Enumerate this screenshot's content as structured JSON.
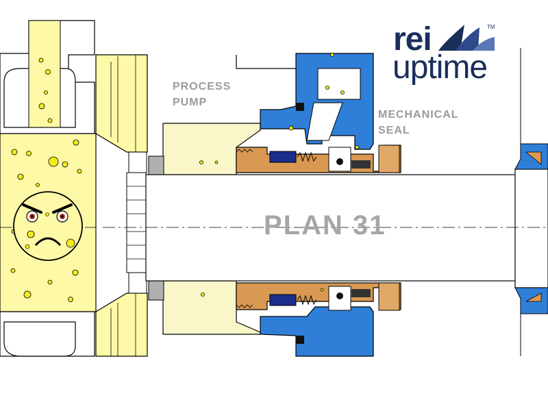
{
  "labels": {
    "process_pump": [
      "PROCESS",
      "PUMP"
    ],
    "mechanical_seal": [
      "MECHANICAL",
      "SEAL"
    ],
    "plan": "PLAN 31"
  },
  "logo": {
    "word1": "rei",
    "word2": "uptime",
    "trademark": "TM"
  },
  "colors": {
    "process_fluid": "#fdf9a6",
    "pump_casing": "#f9f7c9",
    "seal_gland": "#2f7fd9",
    "seal_sleeve": "#d99952",
    "seal_face_insert": "#1c2d8c",
    "gasket": "#b0b0b0",
    "particle": "#f3ea1d",
    "outline": "#000000",
    "logo_navy": "#1a2e5c",
    "label_gray": "#9a9a9a"
  },
  "icons": [
    "angry-face-icon",
    "rei-uptime-sails-logo"
  ]
}
